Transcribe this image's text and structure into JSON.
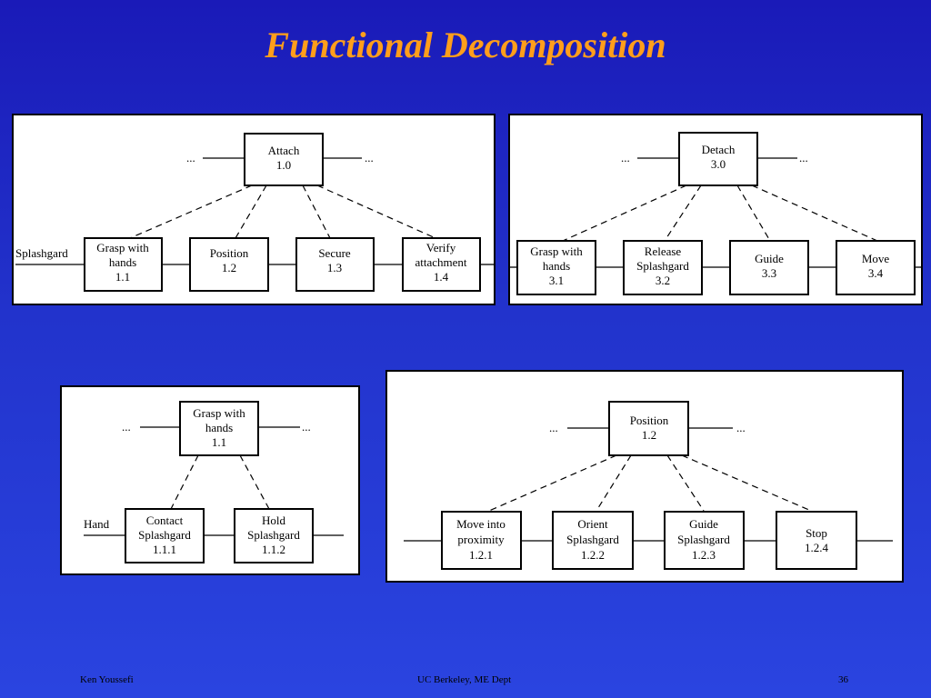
{
  "title": "Functional Decomposition",
  "footer": {
    "author": "Ken Youssefi",
    "dept": "UC Berkeley, ME Dept",
    "page": "36"
  },
  "ellipsis": "...",
  "diagrams": {
    "attach": {
      "parent": {
        "line1": "Attach",
        "line2": "1.0"
      },
      "input": "Splashgard",
      "children": [
        {
          "lines": [
            "Grasp with",
            "hands",
            "1.1"
          ]
        },
        {
          "lines": [
            "Position",
            "1.2"
          ]
        },
        {
          "lines": [
            "Secure",
            "1.3"
          ]
        },
        {
          "lines": [
            "Verify",
            "attachment",
            "1.4"
          ]
        }
      ]
    },
    "detach": {
      "parent": {
        "line1": "Detach",
        "line2": "3.0"
      },
      "children": [
        {
          "lines": [
            "Grasp with",
            "hands",
            "3.1"
          ]
        },
        {
          "lines": [
            "Release",
            "Splashgard",
            "3.2"
          ]
        },
        {
          "lines": [
            "Guide",
            "3.3"
          ]
        },
        {
          "lines": [
            "Move",
            "3.4"
          ]
        }
      ]
    },
    "grasp": {
      "parent": {
        "lines": [
          "Grasp with",
          "hands",
          "1.1"
        ]
      },
      "input": "Hand",
      "children": [
        {
          "lines": [
            "Contact",
            "Splashgard",
            "1.1.1"
          ]
        },
        {
          "lines": [
            "Hold",
            "Splashgard",
            "1.1.2"
          ]
        }
      ]
    },
    "position": {
      "parent": {
        "line1": "Position",
        "line2": "1.2"
      },
      "children": [
        {
          "lines": [
            "Move into",
            "proximity",
            "1.2.1"
          ]
        },
        {
          "lines": [
            "Orient",
            "Splashgard",
            "1.2.2"
          ]
        },
        {
          "lines": [
            "Guide",
            "Splashgard",
            "1.2.3"
          ]
        },
        {
          "lines": [
            "Stop",
            "1.2.4"
          ]
        }
      ]
    }
  }
}
